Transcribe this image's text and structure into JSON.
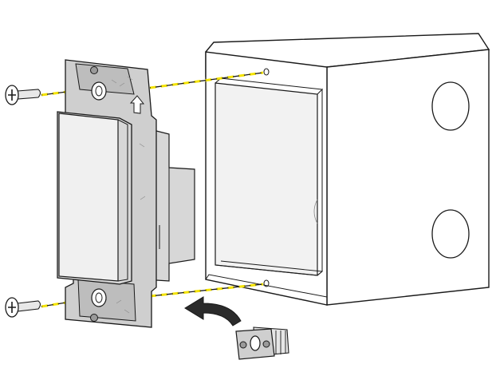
{
  "figure": {
    "type": "installation-diagram",
    "components": [
      "mounting-screw-top",
      "mounting-screw-bottom",
      "wall-switch-with-metal-yoke",
      "electrical-junction-box",
      "grounding-clip"
    ]
  },
  "colors": {
    "outline": "#1a1a1a",
    "box_fill": "#ffffff",
    "box_inner": "#f2f2f2",
    "metal_plate": "#cfcfcf",
    "metal_dark": "#9a9a9a",
    "switch_body": "#d7d7d7",
    "switch_paddle": "#f0f0f0",
    "guide_line": "#1a1a1a",
    "guide_highlight": "#f5e400",
    "arrow_fill": "#2b2b2b"
  }
}
